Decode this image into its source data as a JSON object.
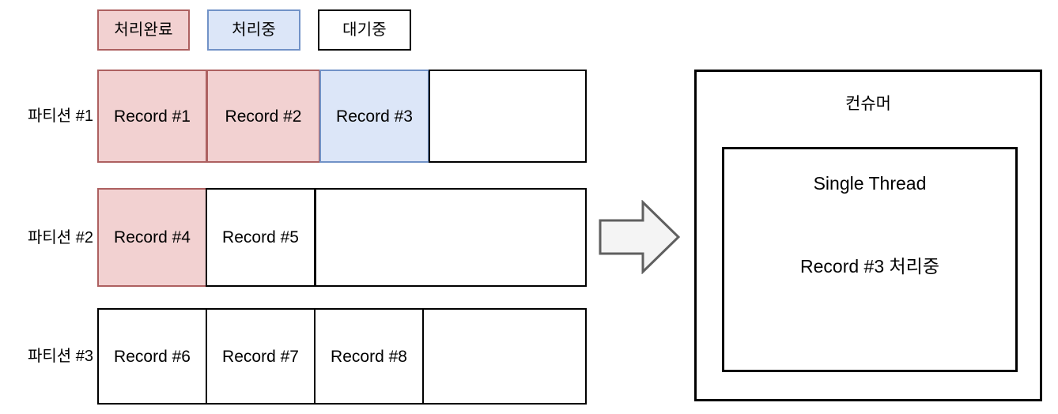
{
  "legend": {
    "items": [
      {
        "label": "처리완료",
        "state": "done"
      },
      {
        "label": "처리중",
        "state": "progress"
      },
      {
        "label": "대기중",
        "state": "waiting"
      }
    ]
  },
  "partitions": [
    {
      "label": "파티션 #1",
      "cells": [
        {
          "label": "Record #1",
          "state": "done"
        },
        {
          "label": "Record #2",
          "state": "done"
        },
        {
          "label": "Record #3",
          "state": "progress"
        },
        {
          "label": "",
          "state": "waiting"
        }
      ]
    },
    {
      "label": "파티션 #2",
      "cells": [
        {
          "label": "Record #4",
          "state": "done"
        },
        {
          "label": "Record #5",
          "state": "waiting"
        },
        {
          "label": "",
          "state": "waiting"
        }
      ]
    },
    {
      "label": "파티션 #3",
      "cells": [
        {
          "label": "Record #6",
          "state": "waiting"
        },
        {
          "label": "Record #7",
          "state": "waiting"
        },
        {
          "label": "Record #8",
          "state": "waiting"
        },
        {
          "label": "",
          "state": "waiting"
        }
      ]
    }
  ],
  "flow_arrow": {
    "direction": "right"
  },
  "consumer": {
    "title": "컨슈머",
    "thread": {
      "title": "Single Thread",
      "status": "Record #3 처리중"
    }
  },
  "colors": {
    "done_fill": "#f2d1d1",
    "done_stroke": "#ad6060",
    "progress_fill": "#dce6f8",
    "progress_stroke": "#7192c7",
    "waiting_fill": "#ffffff",
    "waiting_stroke": "#000000",
    "arrow_fill": "#f4f4f4",
    "arrow_stroke": "#5f5f5f"
  }
}
